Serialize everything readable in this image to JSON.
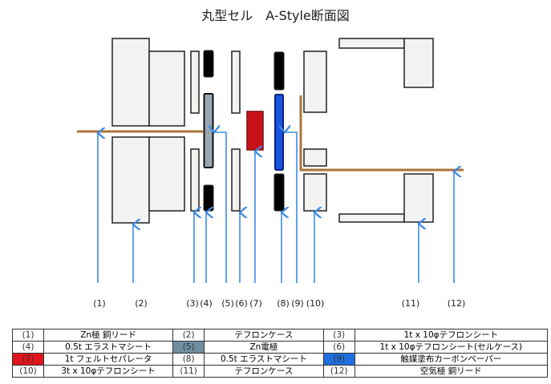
{
  "title": "丸型セル　A-Style断面図",
  "labels": [
    "(1)",
    "(2)",
    "(3)",
    "(4)",
    "(5)",
    "(6)",
    "(7)",
    "(8)",
    "(9)",
    "(10)",
    "(11)",
    "(12)"
  ],
  "legend": [
    [
      {
        "num": "(1)",
        "text": "Zn極 銅リード"
      },
      {
        "num": "(2)",
        "text": "テフロンケース"
      },
      {
        "num": "(3)",
        "text": "1t x 10φテフロンシート"
      }
    ],
    [
      {
        "num": "(4)",
        "text": "0.5t エラストマシート"
      },
      {
        "num": "(5)",
        "text": "Zn電極",
        "color": "#6f8fa0"
      },
      {
        "num": "(6)",
        "text": "1t x 10φテフロンシート(セルケース)"
      }
    ],
    [
      {
        "num": "(7)",
        "text": "1t フェルトセパレータ",
        "color": "#e0141a"
      },
      {
        "num": "(8)",
        "text": "0.5t エラストマシート"
      },
      {
        "num": "(9)",
        "text": "触媒塗布カーボンペーパー",
        "color": "#1f6fe0"
      }
    ],
    [
      {
        "num": "(10)",
        "text": "3t x 10φテフロンシート"
      },
      {
        "num": "(11)",
        "text": "テフロンケース"
      },
      {
        "num": "(12)",
        "text": "空気極 銅リード"
      }
    ]
  ],
  "colors": {
    "copper": "#a9743a",
    "arrow": "#3d8be6",
    "zn_electrode": "#9aa8b4",
    "separator": "#c8121a",
    "carbon_paper": "#1a55e0"
  }
}
